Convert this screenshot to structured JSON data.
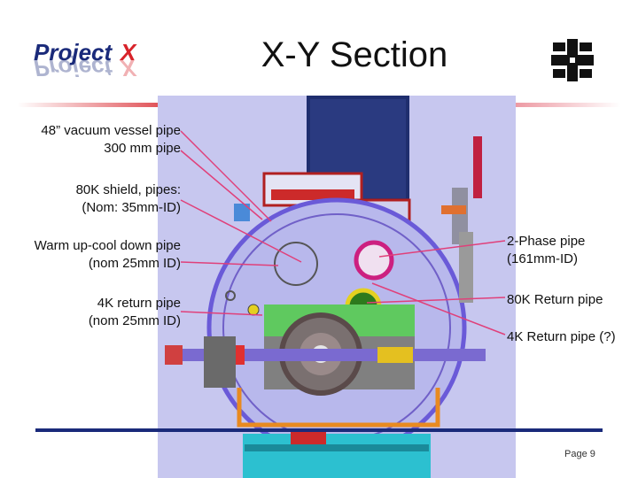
{
  "header": {
    "project_logo_text": "Project X",
    "title": "X-Y Section",
    "lab_logo_icon": "fermilab-logo-icon"
  },
  "labels": {
    "vacuum_vessel_line1": "48” vacuum vessel pipe",
    "vacuum_vessel_line2": "300 mm pipe",
    "shield_line1": "80K shield, pipes:",
    "shield_line2": "(Nom: 35mm-ID)",
    "warmup_line1": "Warm up-cool down pipe",
    "warmup_line2": "(nom 25mm ID)",
    "return4k_line1": "4K return pipe",
    "return4k_line2": "(nom 25mm ID)",
    "twophase_line1": "2-Phase pipe",
    "twophase_line2": "(161mm-ID)",
    "return80k": "80K Return pipe",
    "return4k_q": "4K Return pipe (?)"
  },
  "footer": {
    "page": "Page 9"
  },
  "colors": {
    "accent_red": "#d8232a",
    "accent_blue": "#1a2a7a",
    "leader_line": "#e0407a",
    "vessel_purple": "#8070d8"
  }
}
